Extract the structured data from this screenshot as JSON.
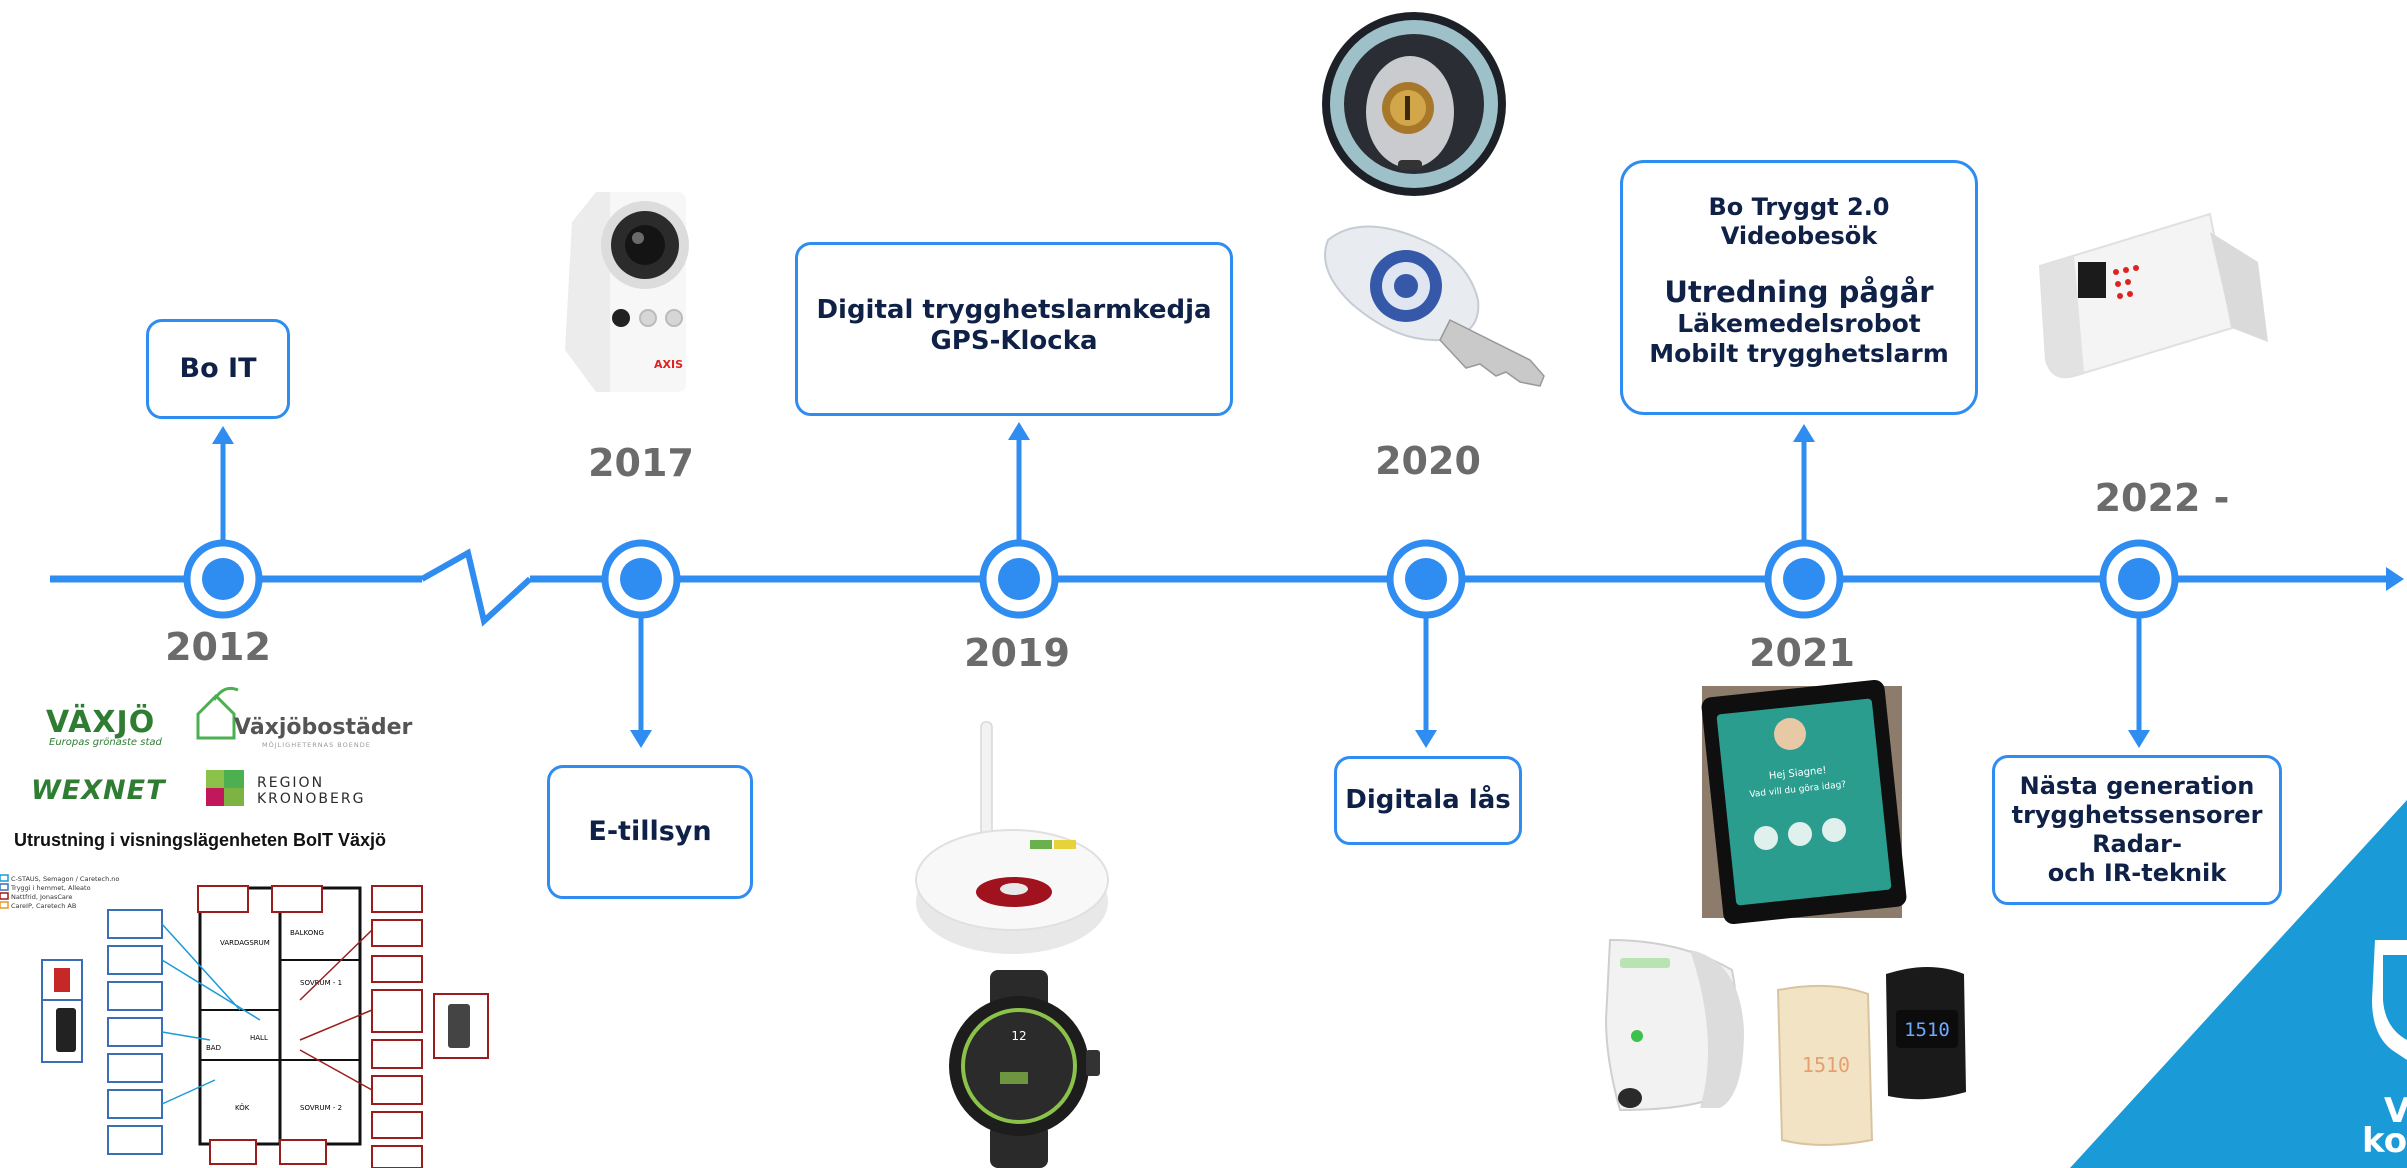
{
  "years": {
    "y2012": "2012",
    "y2017": "2017",
    "y2019": "2019",
    "y2020": "2020",
    "y2021": "2021",
    "y2022": "2022 -"
  },
  "boxes": {
    "bo_it": "Bo IT",
    "e_tillsyn": "E-tillsyn",
    "digital_1": "Digital trygghetslarmkedja",
    "digital_2": "GPS-Klocka",
    "digitala_las": "Digitala lås",
    "bo_tryggt_1": "Bo Tryggt 2.0",
    "bo_tryggt_2": "Videobesök",
    "bo_tryggt_3": "Utredning pågår",
    "bo_tryggt_4": "Läkemedelsrobot",
    "bo_tryggt_5": "Mobilt trygghetslarm",
    "nasta_1": "Nästa generation",
    "nasta_2": "trygghetssensorer",
    "nasta_3": "Radar-",
    "nasta_4": "och IR-teknik"
  },
  "logos": {
    "vaxjo": "VÄXJÖ",
    "vaxjo_tagline": "Europas grönaste stad",
    "vaxjobostader": "Växjöbostäder",
    "vaxjobostader_tagline": "MÖJLIGHETERNAS BOENDE",
    "wexnet": "WEXNET",
    "region_1": "REGION",
    "region_2": "KRONOBERG"
  },
  "floorplan": {
    "title": "Utrustning i visningslägenheten BoIT Växjö",
    "legend": [
      "C-STAUS, Semagon / Caretech.no",
      "Tryggi i hemmet, Alleato",
      "Nattfrid, JonasCare",
      "CareIP, Caretech AB"
    ],
    "rooms": [
      "VARDAGSRUM",
      "BALKONG",
      "SOVRUM - 1",
      "KÖK",
      "SOVRUM - 2",
      "HALL",
      "BAD"
    ]
  },
  "corner": {
    "line1": "Vä",
    "line2": "kon"
  },
  "device_texts": {
    "axis": "AXIS",
    "watch_display": "1510",
    "band_display": "1510",
    "tablet_1": "Hej Siagne!",
    "tablet_2": "Vad vill du göra idag?"
  },
  "colors": {
    "accent": "#2f8cf0",
    "box_text": "#0f2147",
    "year_text": "#6b6b6b",
    "corner": "#1a9bd7"
  }
}
